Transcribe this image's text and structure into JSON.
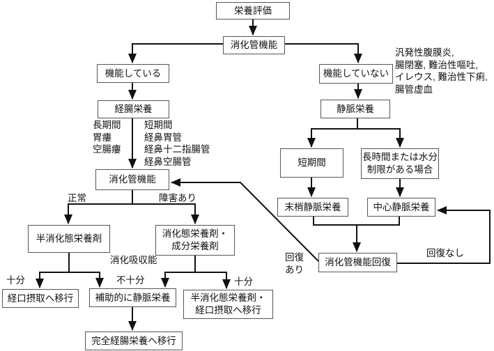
{
  "colors": {
    "line": "#111111",
    "box_border": "#555555",
    "text": "#111111",
    "background": "#ffffff"
  },
  "nodes": {
    "eval": "栄養評価",
    "gi_function_top": "消化管機能",
    "functioning": "機能している",
    "not_functioning": "機能していない",
    "enteral_nutrition": "経腸栄養",
    "parenteral_nutrition": "静脈栄養",
    "gi_function_mid": "消化管機能",
    "semi_digested_formula": "半消化態栄養剤",
    "digested_formula": "消化態栄養剤・\n成分栄養剤",
    "to_oral_intake": "経口摂取へ移行",
    "auxiliary_pn": "補助的に静脈栄養",
    "semi_digested_to_oral": "半消化態栄養剤・\n経口摂取へ移行",
    "to_full_enteral": "完全経腸栄養へ移行",
    "short_term": "短期間",
    "long_term_fluid": "長時間または水分\n制限がある場合",
    "peripheral_pn": "末梢静脈栄養",
    "central_pn": "中心静脈栄養",
    "gi_recovery": "消化管機能回復"
  },
  "labels": {
    "pn_indications": "汎発性腹膜炎,\n腸閉塞, 難治性嘔吐,\nイレウス, 難治性下痢,\n腸管虚血",
    "enteral_long_term": "長期間\n胃瘻\n空腸瘻",
    "enteral_short_term": "短期間\n経鼻胃管\n経鼻十二指腸管\n経鼻空腸管",
    "normal": "正常",
    "impaired": "障害あり",
    "absorption": "消化吸収能",
    "sufficient_left": "十分",
    "insufficient": "不十分",
    "sufficient_right": "十分",
    "recovery_yes": "回復\nあり",
    "recovery_no": "回復なし"
  }
}
